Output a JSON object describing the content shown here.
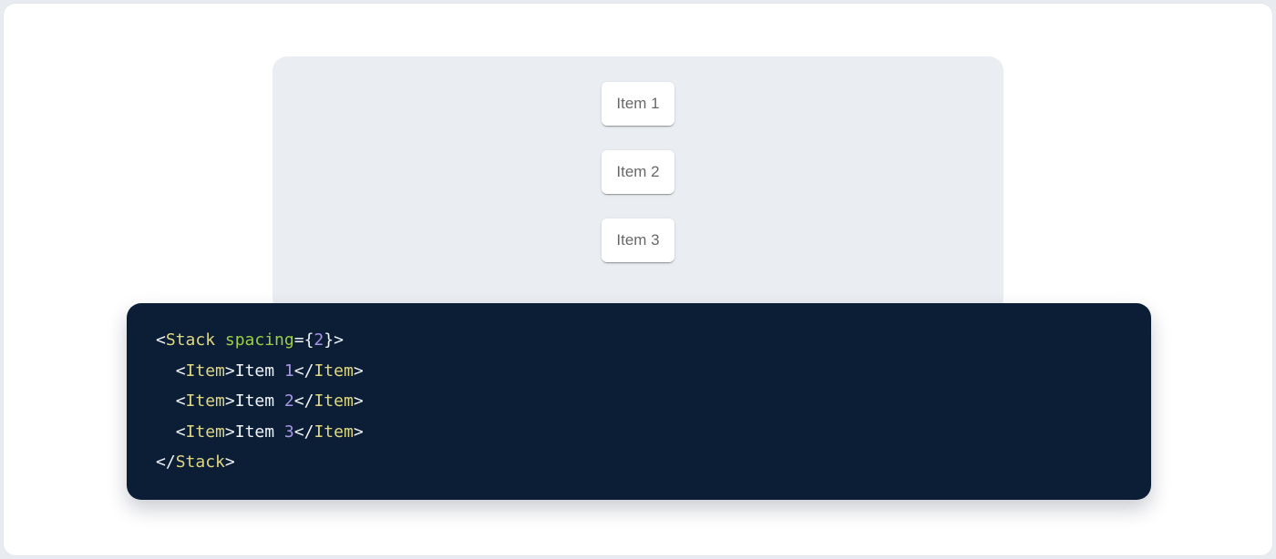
{
  "demo": {
    "items": [
      {
        "label": "Item 1"
      },
      {
        "label": "Item 2"
      },
      {
        "label": "Item 3"
      }
    ]
  },
  "code_block": {
    "lines": [
      {
        "tokens": [
          {
            "t": "punc",
            "v": "<"
          },
          {
            "t": "tag",
            "v": "Stack"
          },
          {
            "t": "plain",
            "v": " "
          },
          {
            "t": "attr",
            "v": "spacing"
          },
          {
            "t": "punc",
            "v": "={"
          },
          {
            "t": "num",
            "v": "2"
          },
          {
            "t": "punc",
            "v": "}>"
          }
        ]
      },
      {
        "tokens": [
          {
            "t": "plain",
            "v": "  "
          },
          {
            "t": "punc",
            "v": "<"
          },
          {
            "t": "tag",
            "v": "Item"
          },
          {
            "t": "punc",
            "v": ">"
          },
          {
            "t": "plain",
            "v": "Item "
          },
          {
            "t": "num",
            "v": "1"
          },
          {
            "t": "punc",
            "v": "</"
          },
          {
            "t": "tag",
            "v": "Item"
          },
          {
            "t": "punc",
            "v": ">"
          }
        ]
      },
      {
        "tokens": [
          {
            "t": "plain",
            "v": "  "
          },
          {
            "t": "punc",
            "v": "<"
          },
          {
            "t": "tag",
            "v": "Item"
          },
          {
            "t": "punc",
            "v": ">"
          },
          {
            "t": "plain",
            "v": "Item "
          },
          {
            "t": "num",
            "v": "2"
          },
          {
            "t": "punc",
            "v": "</"
          },
          {
            "t": "tag",
            "v": "Item"
          },
          {
            "t": "punc",
            "v": ">"
          }
        ]
      },
      {
        "tokens": [
          {
            "t": "plain",
            "v": "  "
          },
          {
            "t": "punc",
            "v": "<"
          },
          {
            "t": "tag",
            "v": "Item"
          },
          {
            "t": "punc",
            "v": ">"
          },
          {
            "t": "plain",
            "v": "Item "
          },
          {
            "t": "num",
            "v": "3"
          },
          {
            "t": "punc",
            "v": "</"
          },
          {
            "t": "tag",
            "v": "Item"
          },
          {
            "t": "punc",
            "v": ">"
          }
        ]
      },
      {
        "tokens": [
          {
            "t": "punc",
            "v": "</"
          },
          {
            "t": "tag",
            "v": "Stack"
          },
          {
            "t": "punc",
            "v": ">"
          }
        ]
      }
    ]
  },
  "colors": {
    "outer_background": "#e8ebef",
    "page_background": "#ffffff",
    "demo_panel_background": "#eaedf2",
    "item_card_background": "#ffffff",
    "item_text": "#666a6e",
    "code_background": "#0b1e36",
    "code_tag": "#e0d783",
    "code_attribute": "#9ccd48",
    "code_number": "#a795e6",
    "code_punctuation": "#f1f4f8"
  }
}
